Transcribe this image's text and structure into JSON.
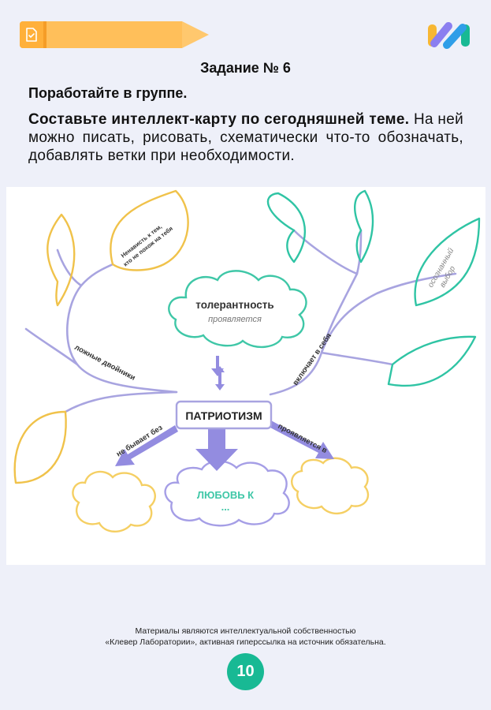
{
  "task_title": "Задание № 6",
  "instruction": "Поработайте в группе.",
  "paragraph": {
    "bold": "Составьте интеллект-карту по сегодняшней теме.",
    "rest": " На ней можно писать, рисовать, схематически что-то обозначать, добавлять ветки при необходимости."
  },
  "mindmap": {
    "center": "ПАТРИОТИЗМ",
    "cloud_top_title": "толерантность",
    "cloud_top_sub": "проявляется",
    "cloud_bottom_title": "ЛЮБОВЬ К",
    "cloud_bottom_sub": "...",
    "branch_left_upper": "ложные двойники",
    "leaf_left_line1": "Ненависть к тем,",
    "leaf_left_line2": "кто не похож на тебя",
    "branch_right_upper": "включает в себя",
    "leaf_right_line1": "осознанный",
    "leaf_right_line2": "выбор",
    "arrow_left": "не бывает без",
    "arrow_right": "проявляется в"
  },
  "footer": {
    "line1": "Материалы являются интеллектуальной собственностью",
    "line2": "«Клевер Лаборатории», активная гиперссылка на источник обязательна."
  },
  "page_number": "10",
  "colors": {
    "branch": "#a8a4e0",
    "arrow": "#938ce0",
    "yellow_leaf": "#f0c24a",
    "green_leaf": "#2fc4a4",
    "cloud_green": "#3fc7a7",
    "cloud_purple": "#a59ee6",
    "cloud_yellow": "#f5cf63",
    "accent": "#18b994"
  }
}
